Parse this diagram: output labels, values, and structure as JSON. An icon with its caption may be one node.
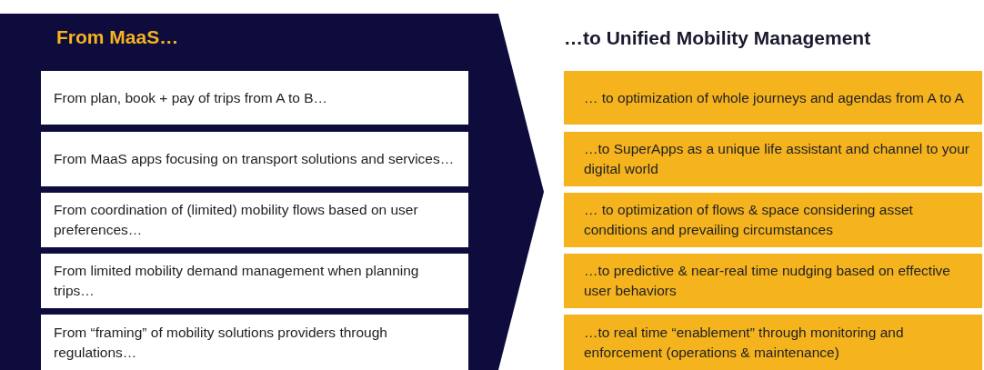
{
  "diagram": {
    "nodes": [
      {
        "text": [
          "From MaaS…"
        ]
      },
      {
        "text": [
          "From plan, book + pay of trips from A to B…"
        ],
        "in": 0
      },
      {
        "text": [
          "From MaaS apps focusing on transport solutions and services…"
        ],
        "in": 0
      },
      {
        "text": [
          "From coordination of (limited) mobility flows based on user preferences…"
        ],
        "in": 0
      },
      {
        "text": [
          "From limited mobility demand management when planning trips…"
        ],
        "in": 0
      },
      {
        "text": [
          "From “framing” of mobility solutions providers through regulations…"
        ],
        "in": 0
      },
      {
        "text": [
          "… to optimization of whole journeys and agendas from A to A"
        ]
      },
      {
        "text": [
          "…to SuperApps as a unique life assistant and channel to your digital world"
        ]
      },
      {
        "text": [
          "… to optimization of flows & space considering asset conditions and prevailing circumstances"
        ]
      },
      {
        "text": [
          "…to predictive & near-real time nudging based on effective user behaviors"
        ]
      },
      {
        "text": [
          "…to real time “enablement” through monitoring and enforcement (operations & maintenance)"
        ]
      }
    ],
    "edges": [],
    "labels": [
      "…to Unified Mobility Management"
    ]
  }
}
